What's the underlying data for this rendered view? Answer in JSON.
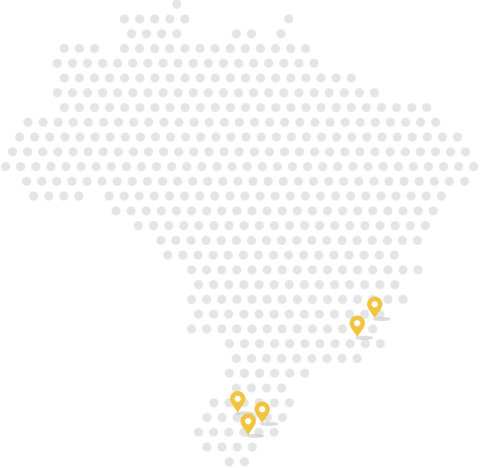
{
  "map": {
    "region": "brazil-dot-grid-map",
    "style": {
      "dot_color": "#e5e5e5",
      "marker_color": "#f2c440",
      "marker_center_color": "#ffffff",
      "marker_shadow_color": "#cfcfcf",
      "background": "#ffffff"
    },
    "markers": [
      {
        "id": "marker-sao-paulo-east",
        "icon": "location-pin-icon"
      },
      {
        "id": "marker-sao-paulo-west",
        "icon": "location-pin-icon"
      },
      {
        "id": "marker-south-west",
        "icon": "location-pin-icon"
      },
      {
        "id": "marker-south-east",
        "icon": "location-pin-icon"
      },
      {
        "id": "marker-south-lower",
        "icon": "location-pin-icon"
      }
    ]
  }
}
